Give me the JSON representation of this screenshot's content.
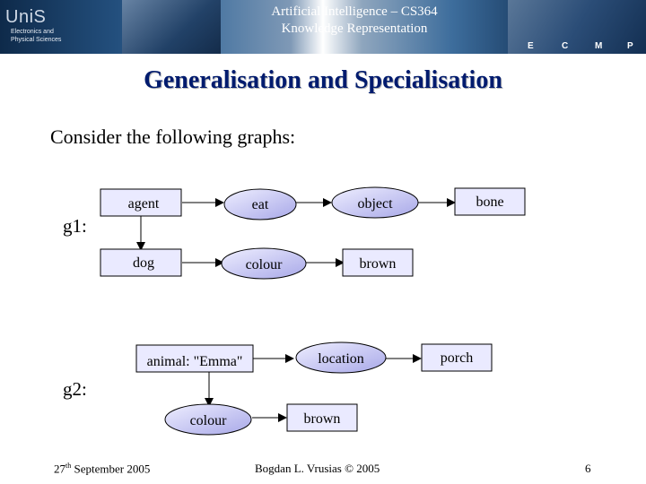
{
  "header": {
    "line1": "Artificial Intelligence – CS364",
    "line2": "Knowledge Representation",
    "logo_main": "UniS",
    "logo_sub1": "Electronics and",
    "logo_sub2": "Physical Sciences",
    "letters": [
      "E",
      "C",
      "M",
      "P"
    ]
  },
  "slide": {
    "title": "Generalisation and Specialisation",
    "intro": "Consider the following graphs:"
  },
  "graphs": {
    "g1_label": "g1:",
    "g2_label": "g2:",
    "g1_nodes": {
      "agent": "agent",
      "eat": "eat",
      "object": "object",
      "bone": "bone",
      "dog": "dog",
      "colour": "colour",
      "brown": "brown"
    },
    "g2_nodes": {
      "animal": "animal: \"Emma\"",
      "location": "location",
      "porch": "porch",
      "colour": "colour",
      "brown": "brown"
    }
  },
  "footer": {
    "date_day": "27",
    "date_sup": "th",
    "date_rest": " September 2005",
    "author": "Bogdan L. Vrusias © 2005",
    "page": "6"
  },
  "colors": {
    "concept_fill": "#eaeaff",
    "relation_fill": "#b3b3f0",
    "title_blue": "#001b6e"
  }
}
